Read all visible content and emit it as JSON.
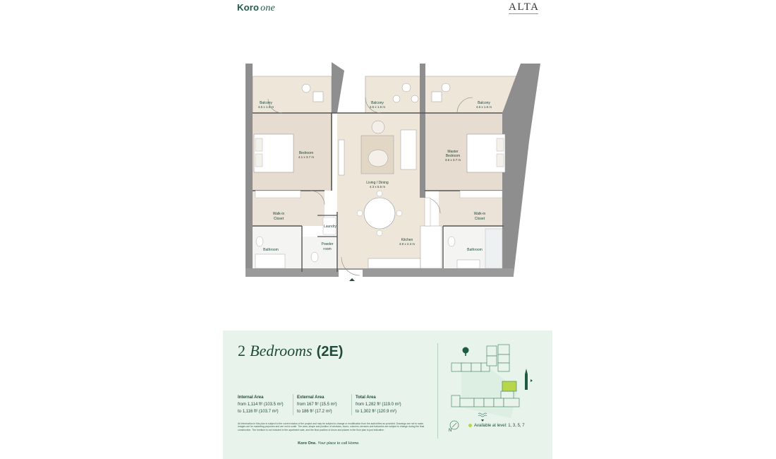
{
  "header": {
    "brand_left_main": "Koro",
    "brand_left_suffix": "one",
    "brand_right": "ALTA"
  },
  "floorplan": {
    "rooms": {
      "balcony_left": {
        "name": "Balcony",
        "dims": "3.5 x 1.6 m"
      },
      "balcony_center": {
        "name": "Balcony",
        "dims": "3.5 x 1.6 m"
      },
      "balcony_right": {
        "name": "Balcony",
        "dims": "4.6 x 1.6 m"
      },
      "bedroom": {
        "name": "Bedroom",
        "dims": "4.1 x 3.7 m"
      },
      "living": {
        "name": "Living / Dining",
        "dims": "4.3 x 5.6 m"
      },
      "master_l1": "Master",
      "master_l2": "Bedroom",
      "master_dims": "3.6 x 3.7 m",
      "walkin_left_l1": "Walk-in",
      "walkin_left_l2": "Closet",
      "walkin_right_l1": "Walk-in",
      "walkin_right_l2": "Closet",
      "laundry": "Laundry",
      "powder_l1": "Powder",
      "powder_l2": "room",
      "kitchen": {
        "name": "Kitchen",
        "dims": "3.8 x 2.3 m"
      },
      "bathroom_left": "Bathroom",
      "bathroom_right": "Bathroom"
    }
  },
  "unit": {
    "title_number": "2",
    "title_word": "Bedrooms",
    "title_code": "(2E)",
    "internal": {
      "label": "Internal Area",
      "line1": "from 1,114 ft² (103.5 m²)",
      "line2": "to 1,116 ft² (103.7 m²)"
    },
    "external": {
      "label": "External Area",
      "line1": "from 167 ft² (15.5 m²)",
      "line2": "to 186 ft² (17.2 m²)"
    },
    "total": {
      "label": "Total Area",
      "line1": "from 1,282 ft² (119.0 m²)",
      "line2": "to 1,302 ft² (120.9 m²)"
    },
    "disclaimer": "All information in this plan is subject to the current status of the project and may be subject to change or modification from the authorities as provided. Drawings are not to scale. Images are for marketing purposes and are not to scale. The area, shape and position of windows, doors, columns, terraces and balconies are subject to change during the final construction. The furniture is not included in the apartment sale, and the final position of doors and places in the floor plan is just indicative.",
    "tagline_brand": "Koro One.",
    "tagline_text": "Your place to call Home.",
    "availability": "Available at level: 1, 3, 5, 7",
    "north": "N",
    "highlight_color": "#b8d64a"
  }
}
